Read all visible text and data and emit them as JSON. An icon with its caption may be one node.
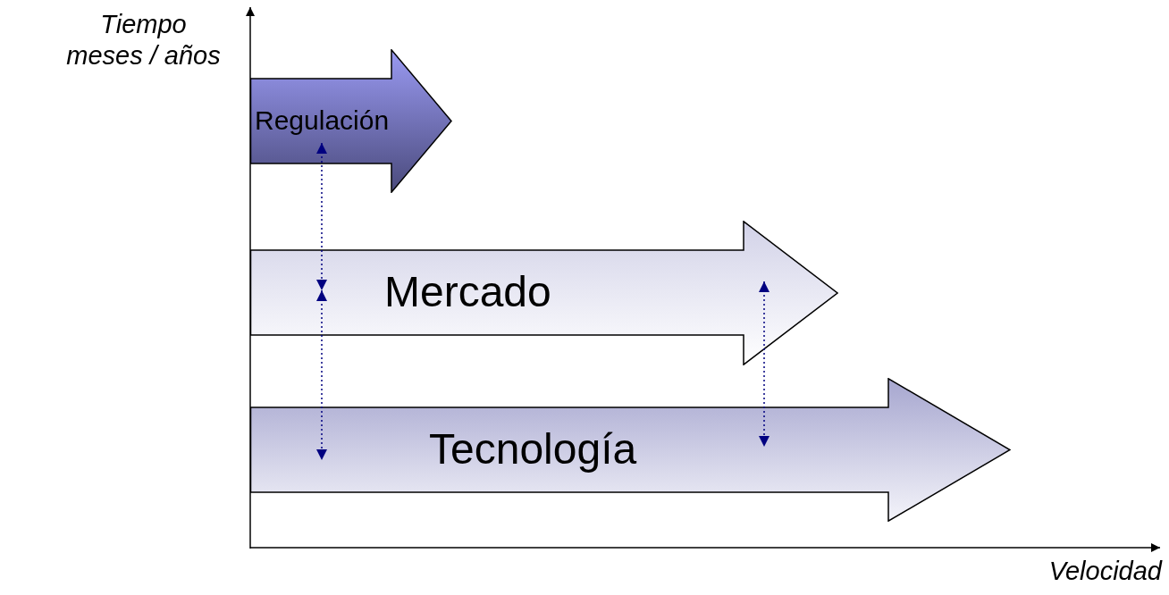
{
  "diagram": {
    "nodes": [
      {
        "text": [
          "Regulación"
        ]
      },
      {
        "text": [
          "Mercado"
        ]
      },
      {
        "text": [
          "Tecnología"
        ]
      }
    ],
    "edges": [
      {
        "from": 0,
        "to": 1,
        "arrow": "both",
        "style": "dashed",
        "color": "#000080"
      },
      {
        "from": 1,
        "to": 2,
        "arrow": "both",
        "style": "dashed",
        "color": "#000080"
      },
      {
        "from": 1,
        "to": 2,
        "arrow": "both",
        "style": "dashed",
        "color": "#000080"
      }
    ],
    "labels": [
      "Tiempo meses / años",
      "Velocidad"
    ]
  }
}
